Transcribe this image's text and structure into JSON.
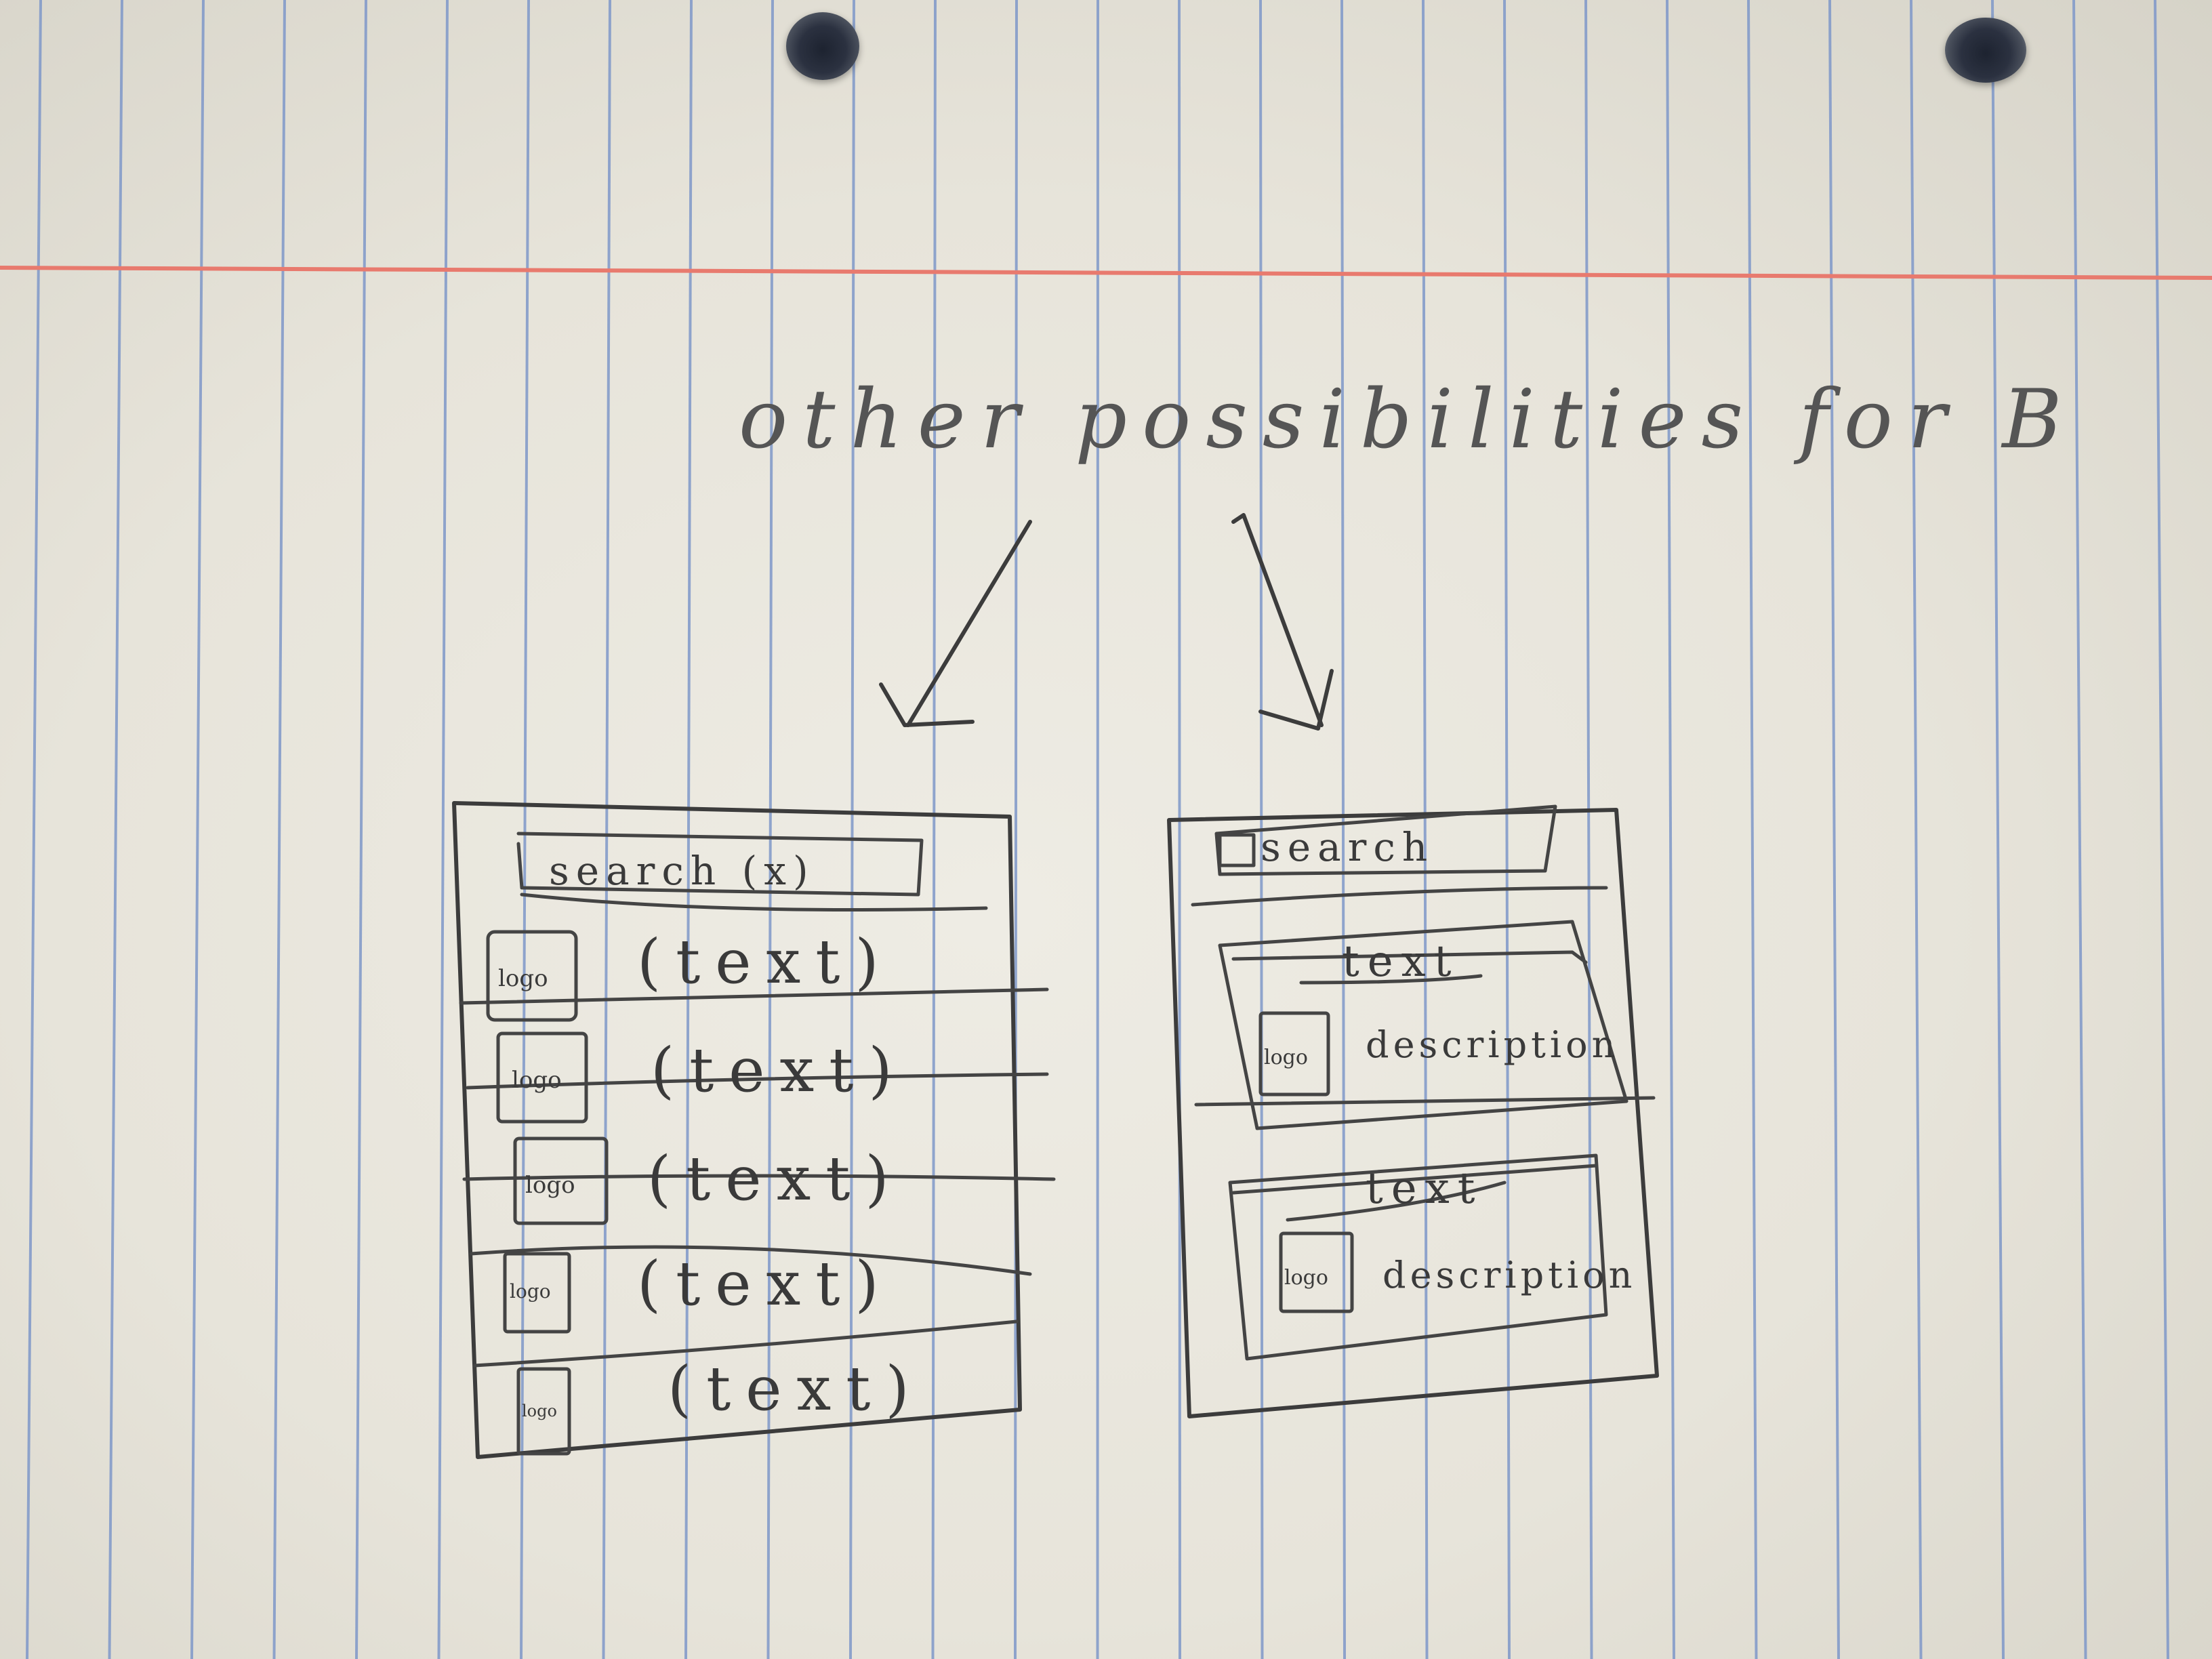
{
  "heading": "other possibilities for B",
  "left_mockup": {
    "search_label": "search (x)",
    "logo_label": "logo",
    "rows": [
      {
        "logo": "logo",
        "text": "(text)"
      },
      {
        "logo": "logo",
        "text": "(text)"
      },
      {
        "logo": "logo",
        "text": "(text)"
      },
      {
        "logo": "logo",
        "text": "(text)"
      },
      {
        "logo": "logo",
        "text": "(text)"
      }
    ]
  },
  "right_mockup": {
    "search_label": "search",
    "cards": [
      {
        "title": "text",
        "logo": "logo",
        "description": "description"
      },
      {
        "title": "text",
        "logo": "logo",
        "description": "description"
      }
    ]
  },
  "colors": {
    "paper": "#eeece4",
    "ruled_blue": "#7f98c9",
    "margin_red": "#e87a6e",
    "ink": "#3c3c3c"
  },
  "icons": [
    "binder-hole",
    "arrow-down-left",
    "arrow-down-right",
    "search-icon"
  ]
}
